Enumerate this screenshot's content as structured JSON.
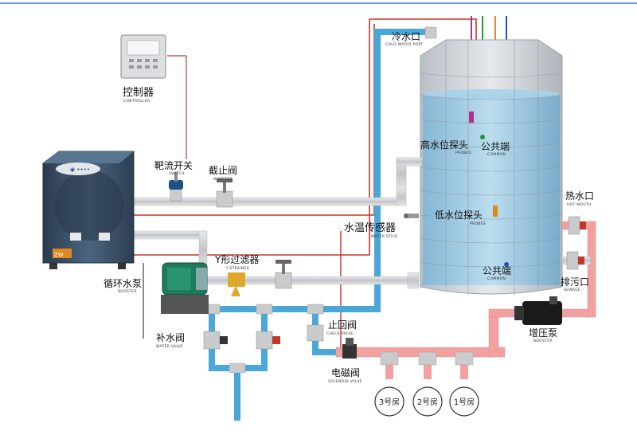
{
  "colors": {
    "cold_pipe": "#4aa8d8",
    "pipe_gray": "#c9cbcd",
    "hot_pipe": "#f2a0a0",
    "wire_red": "#c0392b",
    "wire_orange": "#e08a1e",
    "wire_green": "#1a9a3a",
    "wire_purple": "#b0308c",
    "wire_blue": "#1f4fd0",
    "tank_body": "#c8cdd2",
    "tank_water": "#8fc3e0",
    "heat_pump": "#3a4f66",
    "pump_green": "#1f7a5a"
  },
  "labels": {
    "controller_cn": "控制器",
    "controller_en": "CONTROLLER",
    "flow_switch_cn": "靶流开关",
    "flow_switch_en": "SWITCH",
    "stop_valve_cn": "截止阀",
    "stop_valve_en": "BOOSTER",
    "cold_port_cn": "冷水口",
    "cold_port_en": "COLD WATER PORT",
    "high_probe_cn": "高水位探头",
    "high_probe_en": "PROBES",
    "common_top_cn": "公共端",
    "common_top_en": "COMMON",
    "low_probe_cn": "低水位探头",
    "low_probe_en": "PROBES",
    "common_bottom_cn": "公共端",
    "common_bottom_en": "COMMON",
    "temp_sensor_cn": "水温传感器",
    "temp_sensor_en": "WATER STICK",
    "hot_port_cn": "热水口",
    "hot_port_en": "HOT MOUTH",
    "drain_cn": "排污口",
    "drain_en": "SEWAGE",
    "booster_pump_cn": "增压泵",
    "booster_pump_en": "BOOSTER",
    "circ_pump_cn": "循环水泵",
    "circ_pump_en": "BOOSTER",
    "y_strainer_cn": "Y形过滤器",
    "y_strainer_en": "Y-STRAINER",
    "makeup_valve_cn": "补水阀",
    "makeup_valve_en": "WATER VALVE",
    "check_valve_cn": "止回阀",
    "check_valve_en": "CHECK VALVE",
    "solenoid_cn": "电磁阀",
    "solenoid_en": "SOLENOID VALVE",
    "brand_text": "ZW"
  },
  "rooms": [
    "3号房",
    "2号房",
    "1号房"
  ]
}
